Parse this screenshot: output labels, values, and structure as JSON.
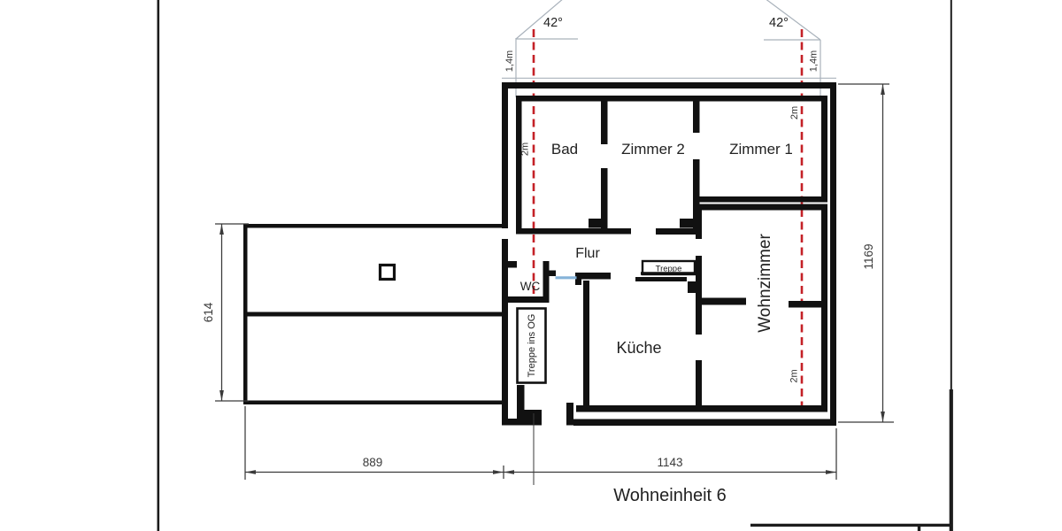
{
  "drawing": {
    "sheet_title": "Wohneinheit 6",
    "rooms": {
      "bad": "Bad",
      "zimmer2": "Zimmer 2",
      "zimmer1": "Zimmer 1",
      "flur": "Flur",
      "wc": "WC",
      "kueche": "Küche",
      "wohnzimmer": "Wohnzimmer",
      "treppe": "Treppe",
      "treppe_ins_og": "Treppe ins OG"
    },
    "dimensions": {
      "annex_depth": "614",
      "annex_width": "889",
      "main_width": "1143",
      "main_depth": "1169"
    },
    "roof_annotation": {
      "angle_left": "42°",
      "angle_right": "42°",
      "kneewall_left": "1,4m",
      "kneewall_right": "1,4m",
      "headroom_left": "2m",
      "headroom_right_top": "2m",
      "headroom_right_bottom": "2m"
    },
    "colors": {
      "wall": "#111111",
      "section_line_red": "#c42127",
      "door_marker_blue": "#85b3d9",
      "reference_gray": "#a9b2bb",
      "dimension": "#3a3a3a"
    }
  }
}
